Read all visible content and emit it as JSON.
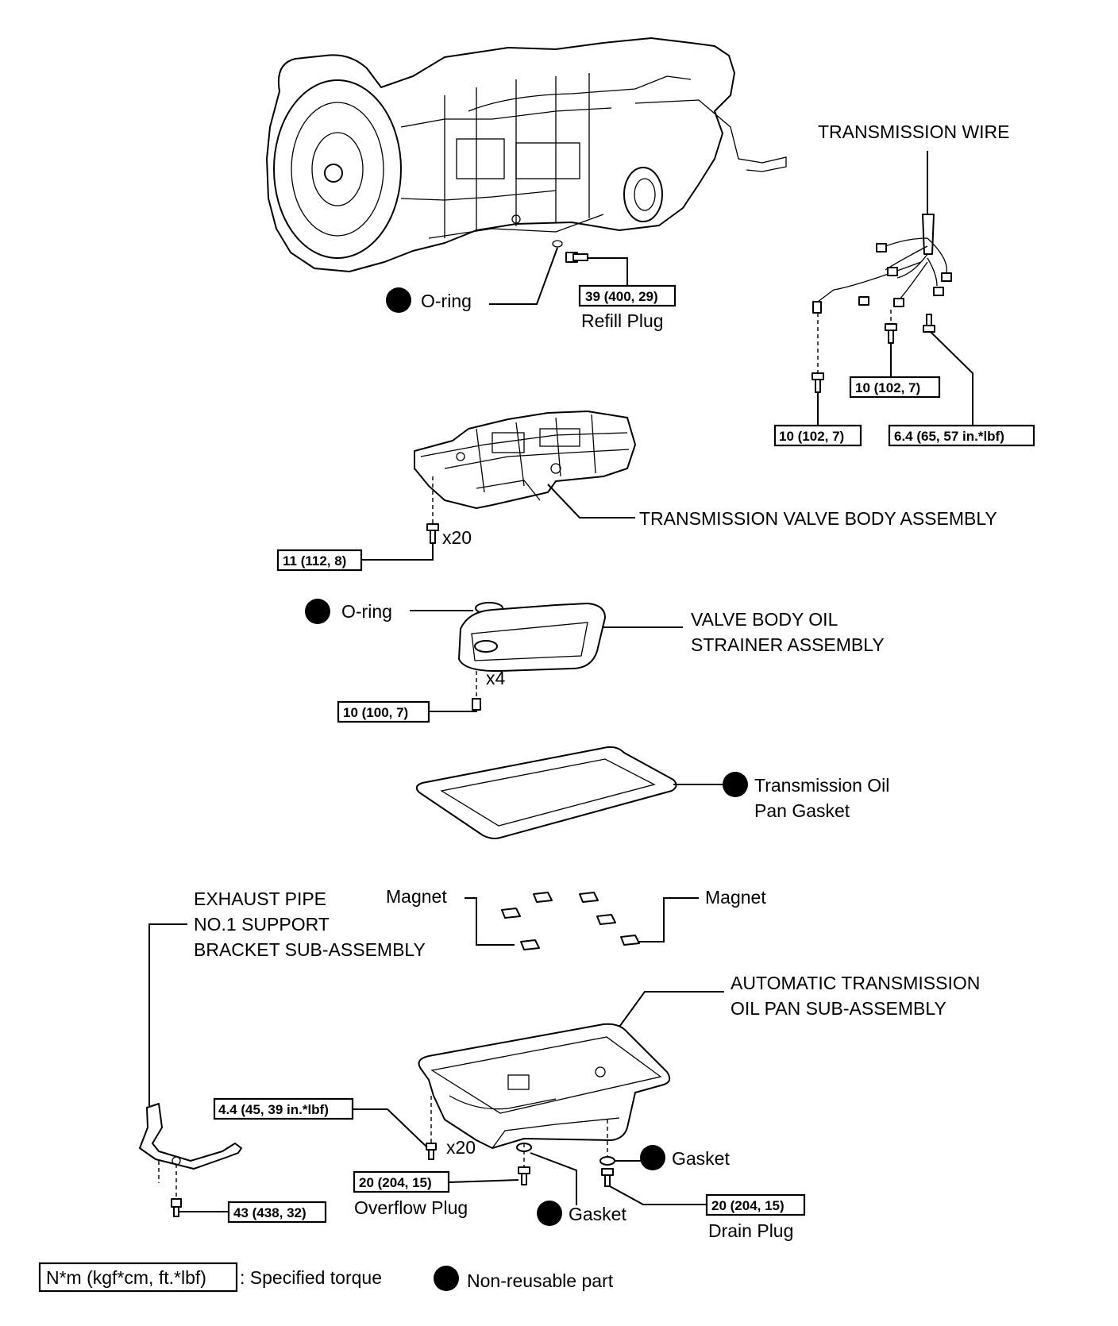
{
  "labels": {
    "transmission_wire": "TRANSMISSION WIRE",
    "o_ring_top": "O-ring",
    "refill_plug": "Refill Plug",
    "valve_body": "TRANSMISSION VALVE BODY ASSEMBLY",
    "o_ring_mid": "O-ring",
    "strainer_line1": "VALVE BODY OIL",
    "strainer_line2": "STRAINER ASSEMBLY",
    "pan_gasket_line1": "Transmission Oil",
    "pan_gasket_line2": "Pan Gasket",
    "magnet_left": "Magnet",
    "magnet_right": "Magnet",
    "exhaust_line1": "EXHAUST PIPE",
    "exhaust_line2": "NO.1 SUPPORT",
    "exhaust_line3": "BRACKET SUB-ASSEMBLY",
    "oil_pan_line1": "AUTOMATIC TRANSMISSION",
    "oil_pan_line2": "OIL PAN SUB-ASSEMBLY",
    "overflow_plug": "Overflow Plug",
    "drain_plug": "Drain Plug",
    "gasket_right": "Gasket",
    "gasket_bottom": "Gasket"
  },
  "quantities": {
    "valve_body_bolts": "x20",
    "strainer_bolts": "x4",
    "oil_pan_bolts": "x20"
  },
  "torques": {
    "refill_plug": "39 (400, 29)",
    "wire_bolt_center": "10 (102, 7)",
    "wire_bolt_left": "10 (102, 7)",
    "wire_bolt_right": "6.4 (65, 57 in.*lbf)",
    "valve_body": "11 (112, 8)",
    "strainer": "10 (100, 7)",
    "oil_pan": "4.4 (45, 39 in.*lbf)",
    "overflow_plug": "20 (204, 15)",
    "drain_plug": "20 (204, 15)",
    "bracket": "43 (438, 32)"
  },
  "legend": {
    "torque_box": "N*m (kgf*cm, ft.*lbf)",
    "torque_text": ": Specified torque",
    "non_reusable": "Non-reusable part"
  }
}
